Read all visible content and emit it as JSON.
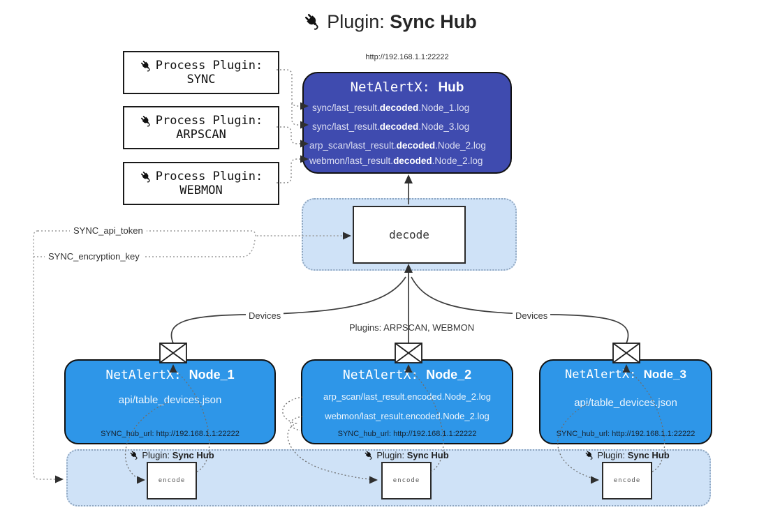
{
  "title": {
    "prefix": "Plugin: ",
    "name": "Sync Hub"
  },
  "hub": {
    "url": "http://192.168.1.1:22222",
    "title_prefix": "NetAlertX: ",
    "title_name": "Hub",
    "lines": [
      {
        "prefix": "sync/last_result.",
        "bold": "decoded",
        "suffix": ".Node_1.log"
      },
      {
        "prefix": "sync/last_result.",
        "bold": "decoded",
        "suffix": ".Node_3.log"
      },
      {
        "prefix": "arp_scan/last_result.",
        "bold": "decoded",
        "suffix": ".Node_2.log"
      },
      {
        "prefix": "webmon/last_result.",
        "bold": "decoded",
        "suffix": ".Node_2.log"
      }
    ]
  },
  "process_plugins": [
    {
      "label": "Process Plugin:",
      "name": "SYNC"
    },
    {
      "label": "Process Plugin:",
      "name": "ARPSCAN"
    },
    {
      "label": "Process Plugin:",
      "name": "WEBMON"
    }
  ],
  "decode": {
    "label": "decode"
  },
  "config": {
    "api_token": "SYNC_api_token",
    "encryption_key": "SYNC_encryption_key"
  },
  "edges": {
    "devices_left": "Devices",
    "devices_right": "Devices",
    "plugins_center": "Plugins: ARPSCAN, WEBMON"
  },
  "nodes": [
    {
      "title_prefix": "NetAlertX: ",
      "title_name": "Node_1",
      "lines": [
        "api/table_devices.json"
      ],
      "footer": "SYNC_hub_url: http://192.168.1.1:22222"
    },
    {
      "title_prefix": "NetAlertX: ",
      "title_name": "Node_2",
      "lines": [
        "arp_scan/last_result.encoded.Node_2.log",
        "webmon/last_result.encoded.Node_2.log"
      ],
      "footer": "SYNC_hub_url: http://192.168.1.1:22222"
    },
    {
      "title_prefix": "NetAlertX: ",
      "title_name": "Node_3",
      "lines": [
        "api/table_devices.json"
      ],
      "footer": "SYNC_hub_url: http://192.168.1.1:22222"
    }
  ],
  "encoders": [
    {
      "label_prefix": "Plugin: ",
      "label_name": "Sync Hub",
      "box": "encode"
    },
    {
      "label_prefix": "Plugin: ",
      "label_name": "Sync Hub",
      "box": "encode"
    },
    {
      "label_prefix": "Plugin: ",
      "label_name": "Sync Hub",
      "box": "encode"
    }
  ],
  "colors": {
    "hub_fill": "#3F4BAF",
    "node_fill": "#2E96E8",
    "panel_fill": "#CFE2F7",
    "panel_border": "#8FA6C0",
    "line_dark": "#3d3d3d",
    "line_dotted": "#8a8a8a"
  }
}
